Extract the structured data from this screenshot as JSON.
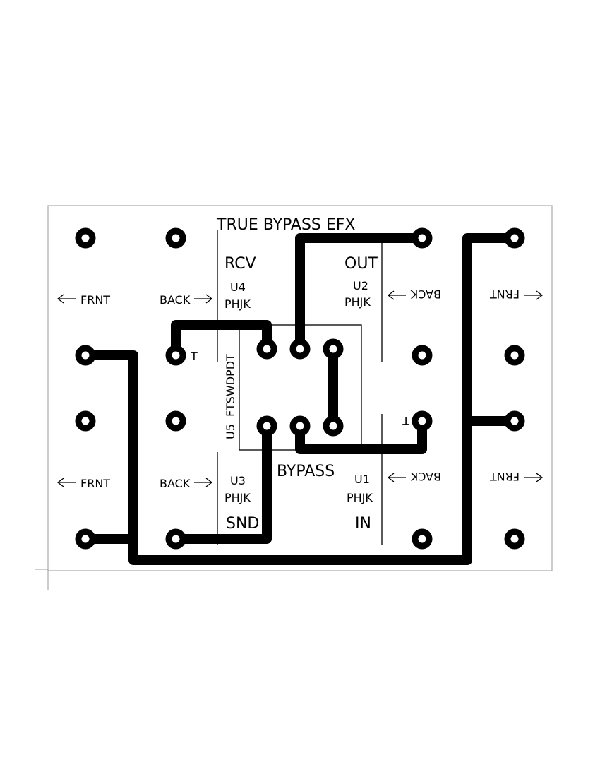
{
  "title": "TRUE BYPASS EFX",
  "jacks": {
    "u4": {
      "role": "RCV",
      "ref": "U4",
      "type": "PHJK"
    },
    "u2": {
      "role": "OUT",
      "ref": "U2",
      "type": "PHJK"
    },
    "u3": {
      "role": "SND",
      "ref": "U3",
      "type": "PHJK"
    },
    "u1": {
      "role": "IN",
      "ref": "U1",
      "type": "PHJK"
    }
  },
  "switch": {
    "label": "U5  FTSWDPDT",
    "bypass_label": "BYPASS"
  },
  "orientation": {
    "front": "FRNT",
    "back": "BACK"
  },
  "tip_label": "T",
  "colors": {
    "copper": "#000000",
    "board_outline": "#b0b0b0",
    "background": "#ffffff"
  }
}
